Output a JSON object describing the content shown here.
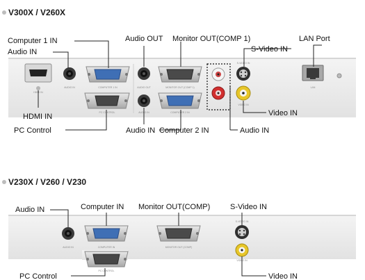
{
  "sections": [
    {
      "title": "V300X / V260X",
      "labels": {
        "computer1_in": "Computer 1 IN",
        "audio_in_left": "Audio IN",
        "audio_out": "Audio OUT",
        "monitor_out": "Monitor OUT(COMP 1)",
        "lan_port": "LAN Port",
        "svideo_in": "S-Video IN",
        "hdmi_in": "HDMI IN",
        "video_in": "Video IN",
        "pc_control": "PC Control",
        "audio_in_mid": "Audio IN",
        "computer2_in": "Computer 2 IN",
        "audio_in_right": "Audio IN"
      },
      "panel_text": {
        "hdmi": "HDMI IN",
        "audio_in": "AUDIO IN",
        "computer1": "COMPUTER 1 IN",
        "audio_out": "AUDIO OUT",
        "monitor_out": "MONITOR OUT (COMP 1)",
        "svideo": "S-VIDEO IN",
        "lan": "LAN",
        "pc_control": "PC CONTROL",
        "audio_in_2": "AUDIO IN",
        "computer2": "COMPUTER 2 IN",
        "video": "VIDEO IN"
      }
    },
    {
      "title": "V230X / V260 / V230",
      "labels": {
        "audio_in": "Audio IN",
        "computer_in": "Computer IN",
        "monitor_out": "Monitor OUT(COMP)",
        "svideo_in": "S-Video IN",
        "pc_control": "PC Control",
        "video_in": "Video IN"
      },
      "panel_text": {
        "audio_in": "AUDIO IN",
        "computer_in": "COMPUTER IN",
        "monitor_out": "MONITOR OUT (COMP)",
        "svideo": "S-VIDEO IN",
        "video": "VIDEO IN",
        "pc_control": "PC CONTROL"
      }
    }
  ]
}
